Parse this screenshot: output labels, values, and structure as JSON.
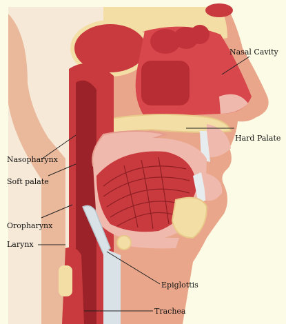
{
  "diagram": {
    "labels": {
      "nasal_cavity": "Nasal Cavity",
      "hard_palate": "Hard Palate",
      "nasopharynx": "Nasopharynx",
      "soft_palate": "Soft palate",
      "oropharynx": "Oropharynx",
      "larynx": "Larynx",
      "epiglottis": "Epiglottis",
      "trachea": "Trachea"
    },
    "colors": {
      "background": "#fbfbe6",
      "skin": "#e9a68a",
      "tissue": "#f0b9ad",
      "muscle": "#c93a3f",
      "muscle_dark": "#8e1f23",
      "bone": "#f3dfa6",
      "cartilage": "#d9e3e7",
      "line": "#222222"
    }
  }
}
